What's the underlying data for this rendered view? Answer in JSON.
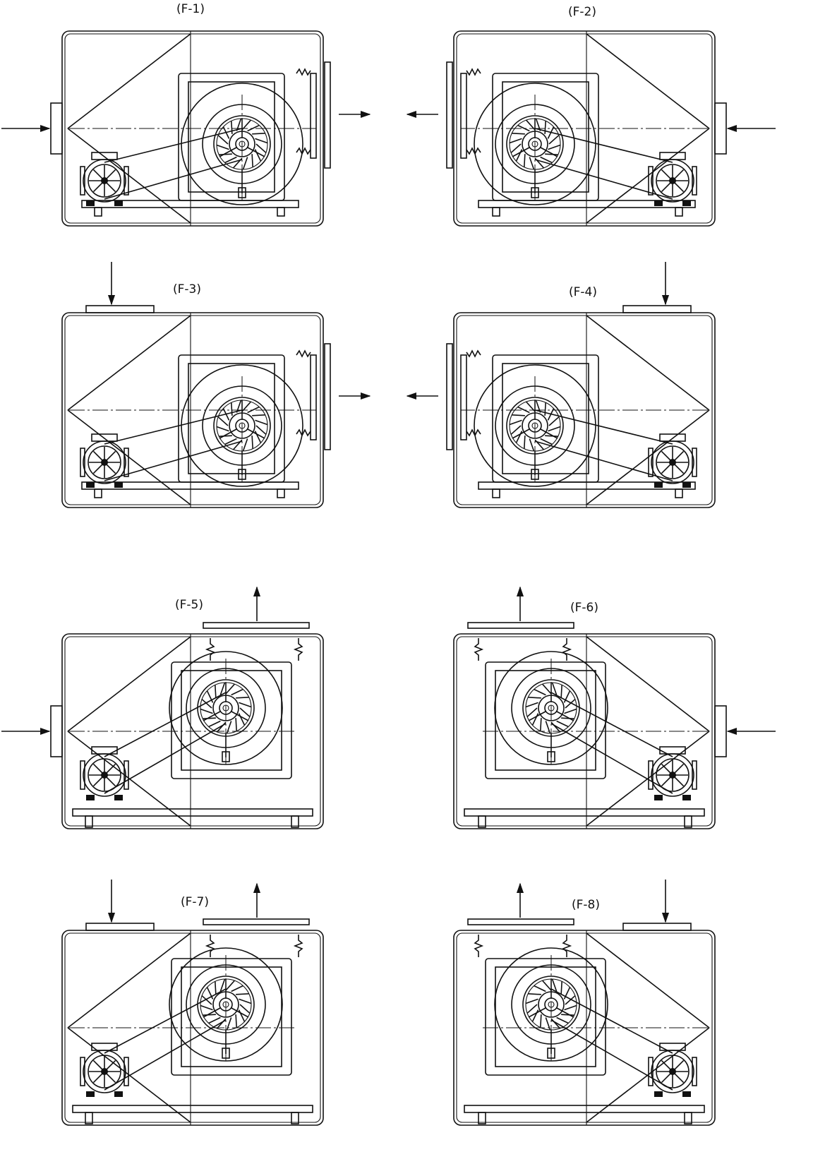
{
  "sheet": {
    "figures": [
      {
        "id": "f1",
        "label": "(F-1)",
        "motor": "left",
        "inlet": "left",
        "outlet": "right"
      },
      {
        "id": "f2",
        "label": "(F-2)",
        "motor": "right",
        "inlet": "right",
        "outlet": "left"
      },
      {
        "id": "f3",
        "label": "(F-3)",
        "motor": "left",
        "inlet": "top",
        "outlet": "right"
      },
      {
        "id": "f4",
        "label": "(F-4)",
        "motor": "right",
        "inlet": "top",
        "outlet": "left"
      },
      {
        "id": "f5",
        "label": "(F-5)",
        "motor": "left",
        "inlet": "left",
        "outlet": "top"
      },
      {
        "id": "f6",
        "label": "(F-6)",
        "motor": "right",
        "inlet": "right",
        "outlet": "top"
      },
      {
        "id": "f7",
        "label": "(F-7)",
        "motor": "left",
        "inlet": "top",
        "outlet": "top"
      },
      {
        "id": "f8",
        "label": "(F-8)",
        "motor": "right",
        "inlet": "top",
        "outlet": "top"
      }
    ]
  }
}
